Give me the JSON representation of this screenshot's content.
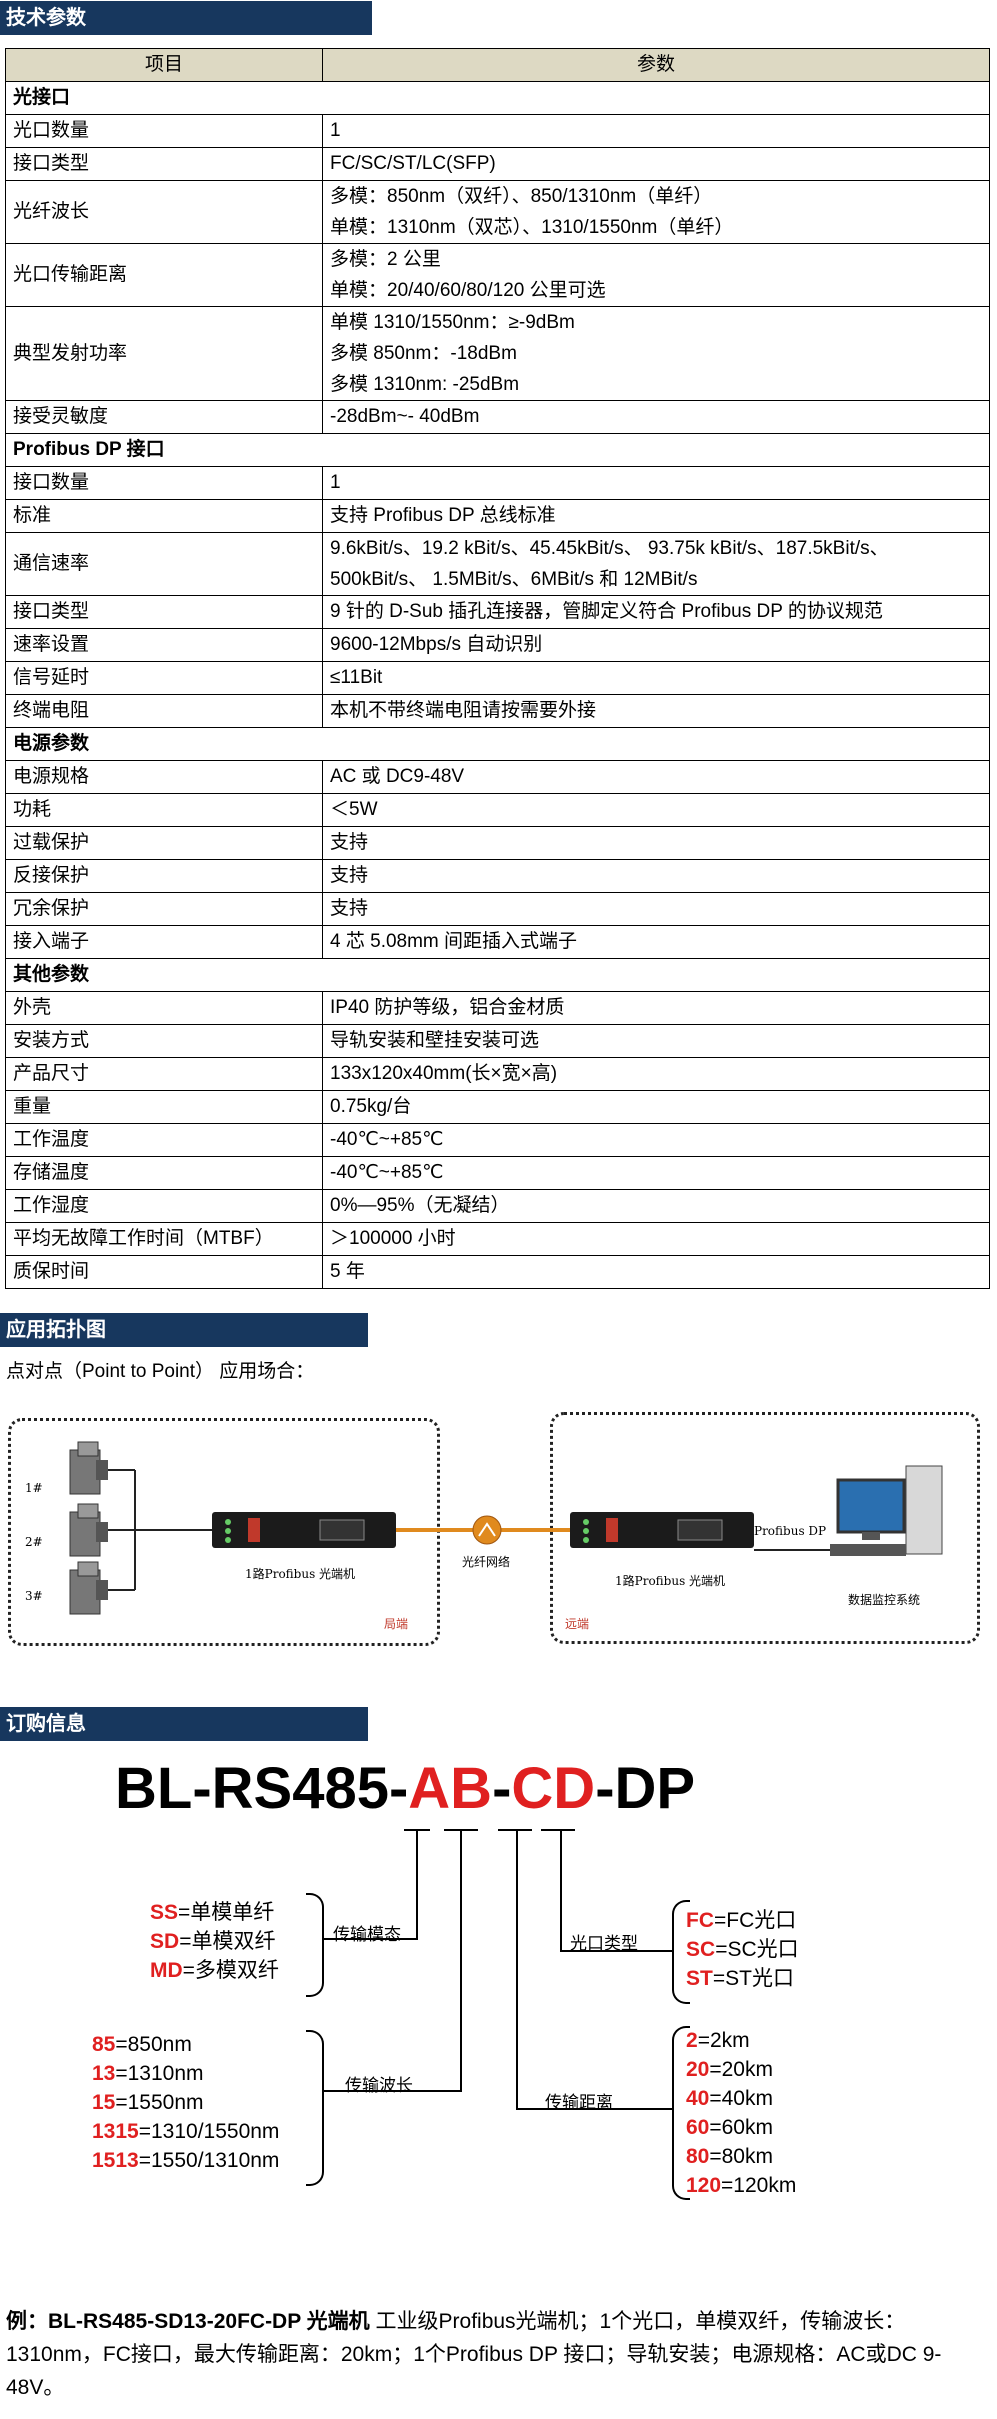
{
  "sections": {
    "tech": "技术参数",
    "topology": "应用拓扑图",
    "order": "订购信息"
  },
  "table": {
    "header": [
      "项目",
      "参数"
    ],
    "groups": [
      {
        "title": "光接口",
        "rows": [
          {
            "k": "光口数量",
            "v": [
              "1"
            ]
          },
          {
            "k": "接口类型",
            "v": [
              "FC/SC/ST/LC(SFP)"
            ]
          },
          {
            "k": "光纤波长",
            "v": [
              "多模：850nm（双纤）、850/1310nm（单纤）",
              "单模：1310nm（双芯）、1310/1550nm（单纤）"
            ]
          },
          {
            "k": "光口传输距离",
            "v": [
              "多模：2 公里",
              "单模：20/40/60/80/120 公里可选"
            ]
          },
          {
            "k": "典型发射功率",
            "v": [
              "单模 1310/1550nm：≥-9dBm",
              "多模 850nm：-18dBm",
              "多模 1310nm: -25dBm"
            ]
          },
          {
            "k": "接受灵敏度",
            "v": [
              "-28dBm~- 40dBm"
            ]
          }
        ]
      },
      {
        "title": "Profibus DP 接口",
        "rows": [
          {
            "k": "接口数量",
            "v": [
              "1"
            ]
          },
          {
            "k": "标准",
            "v": [
              "支持 Profibus  DP 总线标准"
            ]
          },
          {
            "k": "通信速率",
            "v": [
              "9.6kBit/s、19.2  kBit/s、45.45kBit/s、   93.75k  kBit/s、187.5kBit/s、",
              "500kBit/s、   1.5MBit/s、6MBit/s 和 12MBit/s"
            ]
          },
          {
            "k": "接口类型",
            "v": [
              "9 针的 D-Sub 插孔连接器，管脚定义符合  Profibus  DP 的协议规范"
            ]
          },
          {
            "k": "速率设置",
            "v": [
              "9600-12Mbps/s 自动识别"
            ]
          },
          {
            "k": "信号延时",
            "v": [
              "≤11Bit"
            ]
          },
          {
            "k": "终端电阻",
            "v": [
              "本机不带终端电阻请按需要外接"
            ]
          }
        ]
      },
      {
        "title": "电源参数",
        "rows": [
          {
            "k": "电源规格",
            "v": [
              "AC 或 DC9-48V"
            ]
          },
          {
            "k": "功耗",
            "v": [
              "＜5W"
            ]
          },
          {
            "k": "过载保护",
            "v": [
              "支持"
            ]
          },
          {
            "k": "反接保护",
            "v": [
              "支持"
            ]
          },
          {
            "k": "冗余保护",
            "v": [
              "支持"
            ]
          },
          {
            "k": "接入端子",
            "v": [
              "4 芯 5.08mm 间距插入式端子"
            ]
          }
        ]
      },
      {
        "title": "其他参数",
        "rows": [
          {
            "k": "外壳",
            "v": [
              "IP40 防护等级，铝合金材质"
            ]
          },
          {
            "k": "安装方式",
            "v": [
              "导轨安装和壁挂安装可选"
            ]
          },
          {
            "k": "产品尺寸",
            "v": [
              "133x120x40mm(长×宽×高)"
            ]
          },
          {
            "k": "重量",
            "v": [
              "0.75kg/台"
            ]
          },
          {
            "k": "工作温度",
            "v": [
              "-40℃~+85℃"
            ]
          },
          {
            "k": "存储温度",
            "v": [
              "-40℃~+85℃"
            ]
          },
          {
            "k": "工作湿度",
            "v": [
              "0%—95%（无凝结）"
            ]
          },
          {
            "k": "平均无故障工作时间（MTBF）",
            "v": [
              "＞100000 小时"
            ]
          },
          {
            "k": "质保时间",
            "v": [
              "5 年"
            ]
          }
        ]
      }
    ]
  },
  "topology": {
    "caption": "点对点（Point to Point） 应用场合：",
    "nodes": [
      "1#",
      "2#",
      "3#"
    ],
    "left_device": "1路Profibus 光端机",
    "right_device": "1路Profibus 光端机",
    "fiber": "光纤网络",
    "local": "局端",
    "remote": "远端",
    "bus": "Profibus DP",
    "monitor": "数据监控系统"
  },
  "order": {
    "model_parts": [
      "BL-RS485-",
      "AB",
      "-",
      "CD",
      "-DP"
    ],
    "mode_label": "传输模态",
    "modes": [
      {
        "code": "SS",
        "text": "=单模单纤"
      },
      {
        "code": "SD",
        "text": "=单模双纤"
      },
      {
        "code": "MD",
        "text": "=多模双纤"
      }
    ],
    "wave_label": "传输波长",
    "waves": [
      {
        "code": "85",
        "text": "=850nm"
      },
      {
        "code": "13",
        "text": "=1310nm"
      },
      {
        "code": "15",
        "text": "=1550nm"
      },
      {
        "code": "1315",
        "text": "=1310/1550nm"
      },
      {
        "code": "1513",
        "text": "=1550/1310nm"
      }
    ],
    "port_label": "光口类型",
    "ports": [
      {
        "code": "FC",
        "text": "=FC光口"
      },
      {
        "code": "SC",
        "text": "=SC光口"
      },
      {
        "code": "ST",
        "text": "=ST光口"
      }
    ],
    "dist_label": "传输距离",
    "dists": [
      {
        "code": "2",
        "text": "=2km"
      },
      {
        "code": "20",
        "text": "=20km"
      },
      {
        "code": "40",
        "text": "=40km"
      },
      {
        "code": "60",
        "text": "=60km"
      },
      {
        "code": "80",
        "text": "=80km"
      },
      {
        "code": "120",
        "text": "=120km"
      }
    ]
  },
  "example": {
    "prefix": "例：",
    "model": "BL-RS485-SD13-20FC-DP 光端机",
    "text": " 工业级Profibus光端机；1个光口，单模双纤，传输波长：1310nm，FC接口，最大传输距离：20km；1个Profibus DP 接口；导轨安装；电源规格：AC或DC 9-48V。"
  }
}
